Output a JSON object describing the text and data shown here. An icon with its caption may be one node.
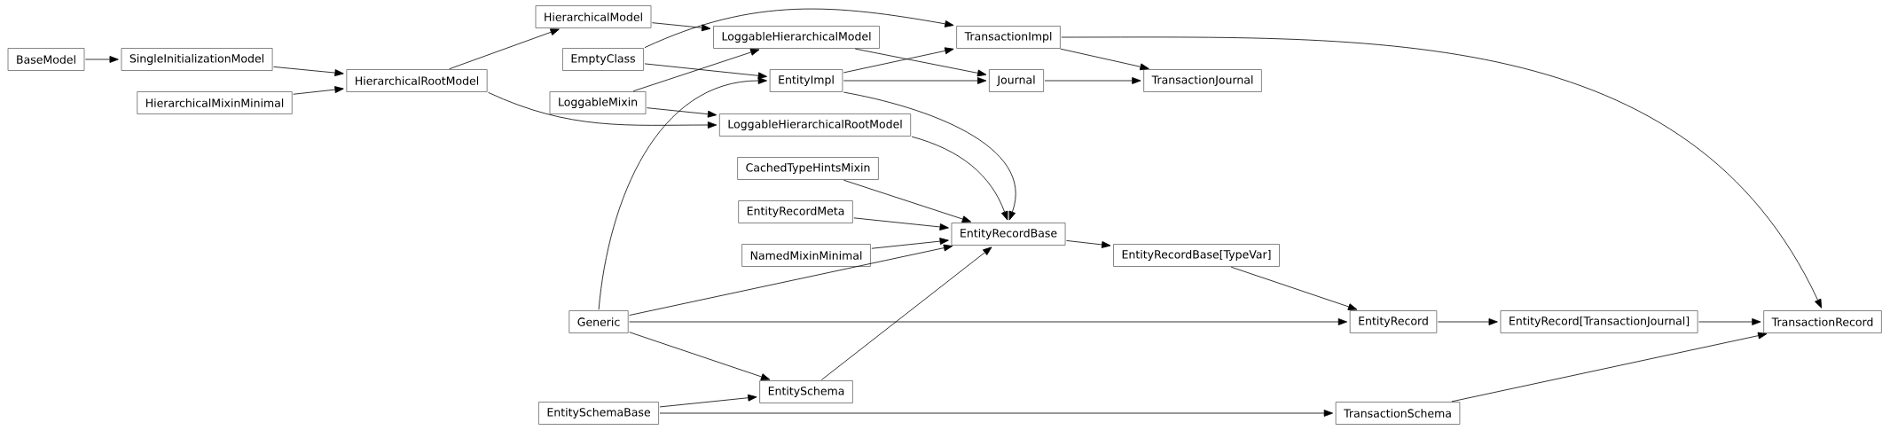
{
  "diagram": {
    "nodes": [
      {
        "text": [
          "BaseModel"
        ]
      },
      {
        "text": [
          "SingleInitializationModel"
        ]
      },
      {
        "text": [
          "HierarchicalMixinMinimal"
        ]
      },
      {
        "text": [
          "HierarchicalRootModel"
        ]
      },
      {
        "text": [
          "HierarchicalModel"
        ]
      },
      {
        "text": [
          "EmptyClass"
        ]
      },
      {
        "text": [
          "LoggableMixin"
        ]
      },
      {
        "text": [
          "LoggableHierarchicalModel"
        ]
      },
      {
        "text": [
          "EntityImpl"
        ]
      },
      {
        "text": [
          "LoggableHierarchicalRootModel"
        ]
      },
      {
        "text": [
          "CachedTypeHintsMixin"
        ]
      },
      {
        "text": [
          "EntityRecordMeta"
        ]
      },
      {
        "text": [
          "NamedMixinMinimal"
        ]
      },
      {
        "text": [
          "TransactionImpl"
        ]
      },
      {
        "text": [
          "Journal"
        ]
      },
      {
        "text": [
          "TransactionJournal"
        ]
      },
      {
        "text": [
          "EntityRecordBase"
        ]
      },
      {
        "text": [
          "EntityRecordBase[TypeVar]"
        ]
      },
      {
        "text": [
          "Generic"
        ]
      },
      {
        "text": [
          "EntitySchemaBase"
        ]
      },
      {
        "text": [
          "EntitySchema"
        ]
      },
      {
        "text": [
          "EntityRecord"
        ]
      },
      {
        "text": [
          "EntityRecord[TransactionJournal]"
        ]
      },
      {
        "text": [
          "TransactionSchema"
        ]
      },
      {
        "text": [
          "TransactionRecord"
        ]
      }
    ],
    "edges": [
      {
        "from": 0,
        "to": 1,
        "arrow": "to"
      },
      {
        "from": 1,
        "to": 3,
        "arrow": "to"
      },
      {
        "from": 2,
        "to": 3,
        "arrow": "to"
      },
      {
        "from": 3,
        "to": 4,
        "arrow": "to"
      },
      {
        "from": 3,
        "to": 9,
        "arrow": "to"
      },
      {
        "from": 4,
        "to": 7,
        "arrow": "to"
      },
      {
        "from": 5,
        "to": 13,
        "arrow": "to"
      },
      {
        "from": 5,
        "to": 8,
        "arrow": "to"
      },
      {
        "from": 6,
        "to": 7,
        "arrow": "to"
      },
      {
        "from": 6,
        "to": 9,
        "arrow": "to"
      },
      {
        "from": 7,
        "to": 14,
        "arrow": "to"
      },
      {
        "from": 8,
        "to": 13,
        "arrow": "to"
      },
      {
        "from": 8,
        "to": 14,
        "arrow": "to"
      },
      {
        "from": 8,
        "to": 16,
        "arrow": "to"
      },
      {
        "from": 13,
        "to": 15,
        "arrow": "to"
      },
      {
        "from": 13,
        "to": 24,
        "arrow": "to"
      },
      {
        "from": 14,
        "to": 15,
        "arrow": "to"
      },
      {
        "from": 9,
        "to": 16,
        "arrow": "to"
      },
      {
        "from": 10,
        "to": 16,
        "arrow": "to"
      },
      {
        "from": 11,
        "to": 16,
        "arrow": "to"
      },
      {
        "from": 12,
        "to": 16,
        "arrow": "to"
      },
      {
        "from": 18,
        "to": 8,
        "arrow": "to"
      },
      {
        "from": 18,
        "to": 16,
        "arrow": "to"
      },
      {
        "from": 18,
        "to": 21,
        "arrow": "to"
      },
      {
        "from": 18,
        "to": 20,
        "arrow": "to"
      },
      {
        "from": 20,
        "to": 16,
        "arrow": "to"
      },
      {
        "from": 19,
        "to": 20,
        "arrow": "to"
      },
      {
        "from": 19,
        "to": 23,
        "arrow": "to"
      },
      {
        "from": 16,
        "to": 17,
        "arrow": "to"
      },
      {
        "from": 17,
        "to": 21,
        "arrow": "to"
      },
      {
        "from": 21,
        "to": 22,
        "arrow": "to"
      },
      {
        "from": 22,
        "to": 24,
        "arrow": "to"
      },
      {
        "from": 23,
        "to": 24,
        "arrow": "to"
      }
    ]
  }
}
